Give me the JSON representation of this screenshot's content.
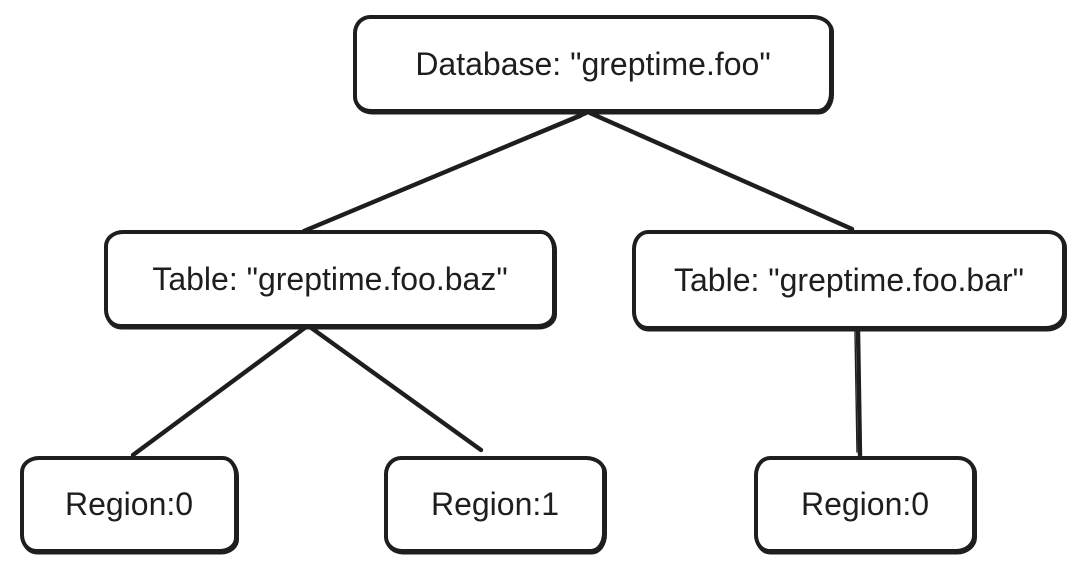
{
  "diagram": {
    "background_color": "#ffffff",
    "stroke_color": "#1e1e1e",
    "node_fill_color": "#ffffff",
    "nodes": [
      {
        "id": "database",
        "label": "Database: \"greptime.foo\""
      },
      {
        "id": "table-baz",
        "label": "Table: \"greptime.foo.baz\""
      },
      {
        "id": "table-bar",
        "label": "Table: \"greptime.foo.bar\""
      },
      {
        "id": "region-baz-0",
        "label": "Region:0"
      },
      {
        "id": "region-baz-1",
        "label": "Region:1"
      },
      {
        "id": "region-bar-0",
        "label": "Region:0"
      }
    ],
    "edges": [
      {
        "from": "database",
        "to": "table-baz"
      },
      {
        "from": "database",
        "to": "table-bar"
      },
      {
        "from": "table-baz",
        "to": "region-baz-0"
      },
      {
        "from": "table-baz",
        "to": "region-baz-1"
      },
      {
        "from": "table-bar",
        "to": "region-bar-0"
      }
    ]
  }
}
